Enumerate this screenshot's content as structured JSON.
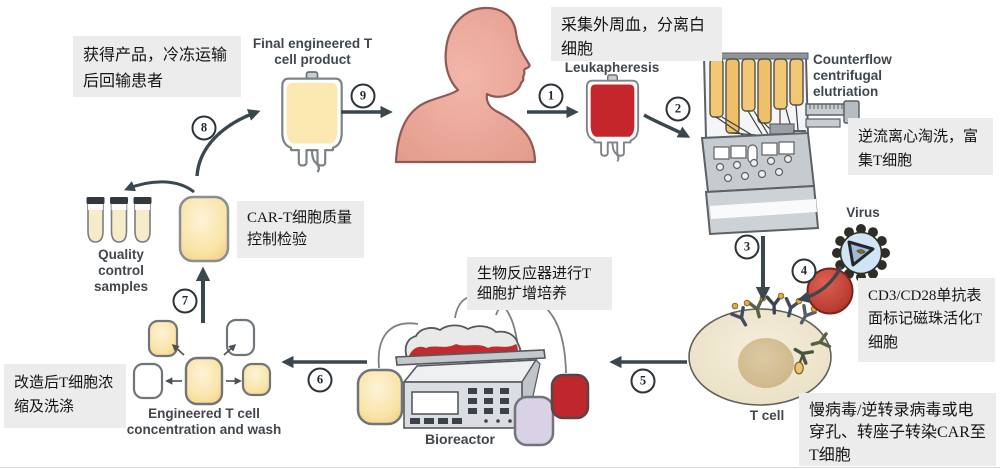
{
  "figure": {
    "labels": {
      "final_product": "Final engineered T cell product",
      "leukapheresis": "Leukapheresis",
      "counterflow": "Counterflow centrifugal elutriation",
      "virus": "Virus",
      "t_cell": "T cell",
      "bioreactor": "Bioreactor",
      "quality_control": "Quality control samples",
      "engineered_wash": "Engineered T cell concentration and wash"
    },
    "annotations": {
      "obtain_product": "获得产品，冷冻运输后回输患者",
      "collect_blood": "采集外周血，分离白细胞",
      "enrich_t_cells": "逆流离心淘洗，富集T细胞",
      "activate_t_cells": "CD3/CD28单抗表面标记磁珠活化T细胞",
      "transduce_car": "慢病毒/逆转录病毒或电穿孔、转座子转染CAR至T细胞",
      "expand_t_cells": "生物反应器进行T细胞扩增培养",
      "qc_inspection": "CAR-T细胞质量控制检验",
      "concentrate_wash": "改造后T细胞浓缩及洗涤"
    },
    "steps": [
      "1",
      "2",
      "3",
      "4",
      "5",
      "6",
      "7",
      "8",
      "9"
    ],
    "colors": {
      "arrow": "#3a474f",
      "annotation_box": "#ececec",
      "blood_red": "#c5262c",
      "bag_cream": "#fbe8b0",
      "skin_pink": "#eba99c",
      "virus_blue": "#cfe4f4",
      "bead_red": "#c74a3f",
      "media_purple": "#d9d2e6",
      "machine_gray": "#c6cbd0"
    }
  }
}
